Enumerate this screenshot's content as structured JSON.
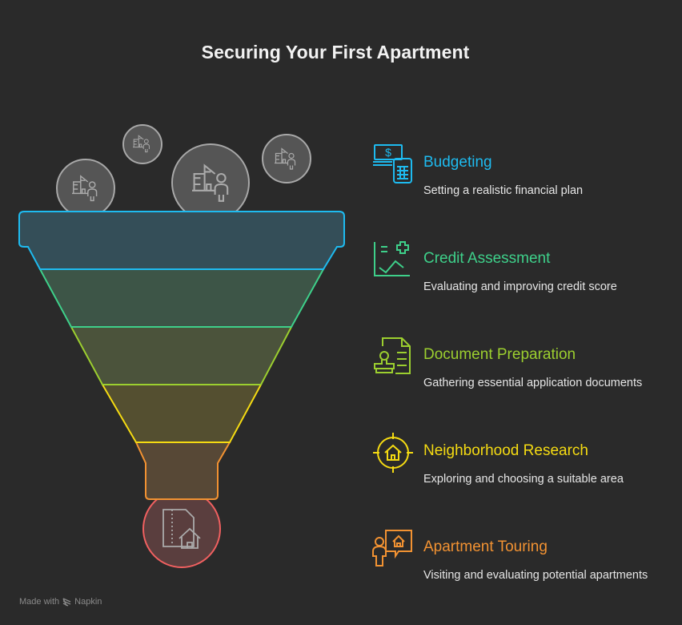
{
  "title": "Securing Your First Apartment",
  "funnel": {
    "top_icons": [
      "apartment-search-icon",
      "apartment-search-icon",
      "apartment-search-icon",
      "apartment-search-icon"
    ],
    "bottom_icon": "secured-apartment-icon",
    "layers": [
      {
        "color": "#1ebbf0",
        "fill": "#344e58"
      },
      {
        "color": "#3ed08a",
        "fill": "#3d5547"
      },
      {
        "color": "#9ccf2f",
        "fill": "#4b533b"
      },
      {
        "color": "#f5db12",
        "fill": "#544f30"
      },
      {
        "color": "#f29232",
        "fill": "#574836"
      }
    ],
    "outlet_color": "#f06060"
  },
  "steps": [
    {
      "label": "Budgeting",
      "description": "Setting a realistic financial plan",
      "color": "#1ebbf0",
      "icon": "money-calculator-icon"
    },
    {
      "label": "Credit Assessment",
      "description": "Evaluating and improving credit score",
      "color": "#3ed08a",
      "icon": "credit-chart-icon"
    },
    {
      "label": "Document Preparation",
      "description": "Gathering essential application documents",
      "color": "#9ccf2f",
      "icon": "document-stamp-icon"
    },
    {
      "label": "Neighborhood Research",
      "description": "Exploring and choosing a suitable area",
      "color": "#f5db12",
      "icon": "house-target-icon"
    },
    {
      "label": "Apartment Touring",
      "description": "Visiting and evaluating potential apartments",
      "color": "#f29232",
      "icon": "person-house-speech-icon"
    }
  ],
  "footer": {
    "made_with": "Made with",
    "brand": "Napkin"
  }
}
